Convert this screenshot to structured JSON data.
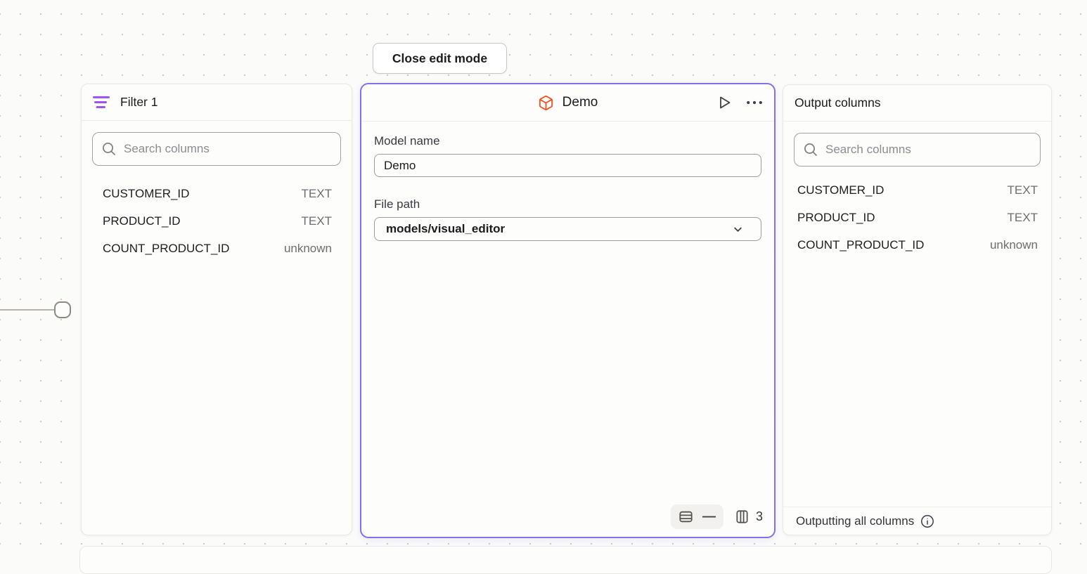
{
  "toolbar": {
    "close_edit_mode_label": "Close edit mode"
  },
  "filter_panel": {
    "title": "Filter 1",
    "search_placeholder": "Search columns",
    "columns": [
      {
        "name": "CUSTOMER_ID",
        "type": "TEXT"
      },
      {
        "name": "PRODUCT_ID",
        "type": "TEXT"
      },
      {
        "name": "COUNT_PRODUCT_ID",
        "type": "unknown"
      }
    ]
  },
  "model_panel": {
    "title": "Demo",
    "model_name_label": "Model name",
    "model_name_value": "Demo",
    "file_path_label": "File path",
    "file_path_value": "models/visual_editor",
    "row_count": "—",
    "column_count": "3"
  },
  "output_panel": {
    "title": "Output columns",
    "search_placeholder": "Search columns",
    "columns": [
      {
        "name": "CUSTOMER_ID",
        "type": "TEXT"
      },
      {
        "name": "PRODUCT_ID",
        "type": "TEXT"
      },
      {
        "name": "COUNT_PRODUCT_ID",
        "type": "unknown"
      }
    ],
    "footer_text": "Outputting all columns"
  },
  "icons": {
    "filter": "filter-icon",
    "model": "cube-icon",
    "run": "play-icon",
    "menu": "ellipsis-icon",
    "rows": "table-rows-icon",
    "columns": "table-columns-icon",
    "search": "search-icon",
    "dropdown": "chevron-down-icon",
    "info": "info-icon"
  },
  "colors": {
    "selected_node_border": "#8470ec",
    "filter_icon_purple": "#9f53f3",
    "model_icon_orange": "#ec5426",
    "canvas_dot": "#cfccc9",
    "panel_background": "#fdfdfc"
  }
}
